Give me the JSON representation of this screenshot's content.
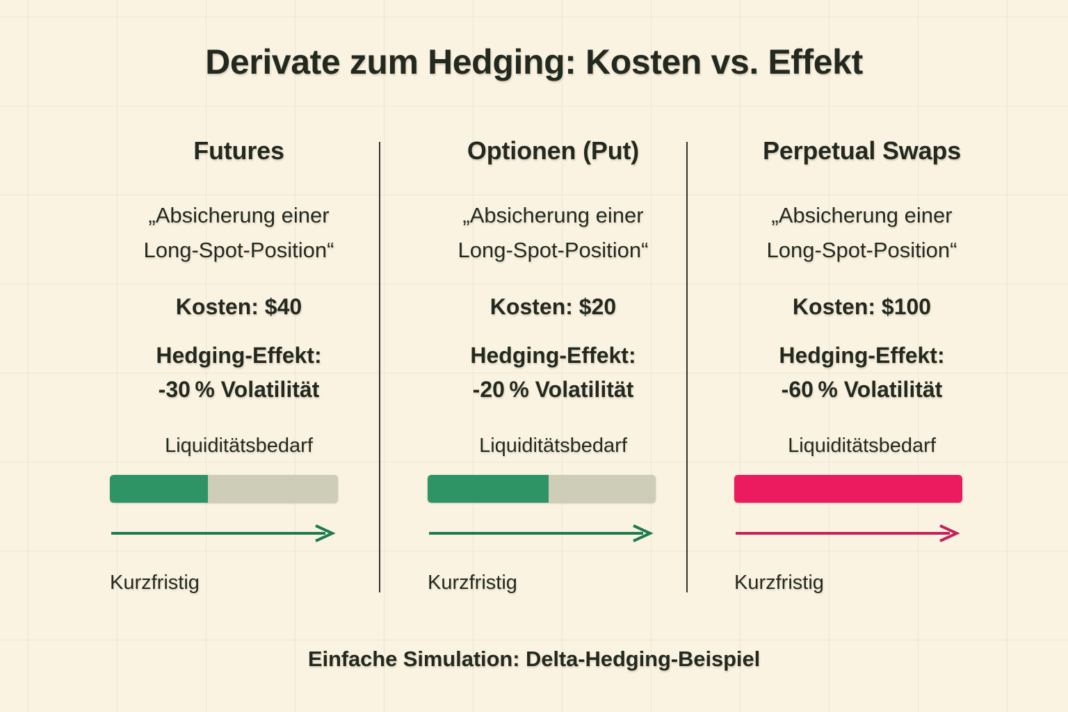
{
  "title": "Derivate zum Hedging: Kosten vs. Effekt",
  "footer_caption": "Einfache Simulation: Delta-Hedging-Beispiel",
  "colors": {
    "background": "#faf3e2",
    "text": "#23291f",
    "green": "#2e9465",
    "green_arrow": "#1f7a51",
    "pink": "#ec1a5f",
    "pink_arrow": "#c4215c",
    "bar_track": "#cdcdb8",
    "divider": "#1d2319"
  },
  "columns": [
    {
      "title": "Futures",
      "quote_line1": "„Absicherung einer",
      "quote_line2": "Long-Spot-Position“",
      "cost": "Kosten: $40",
      "effect_line1": "Hedging-Effekt:",
      "effect_line2": "-30 % Volatilität",
      "liquidity_label": "Liquiditätsbedarf",
      "horizon": "Kurzfristig"
    },
    {
      "title": "Optionen (Put)",
      "quote_line1": "„Absicherung einer",
      "quote_line2": "Long-Spot-Position“",
      "cost": "Kosten: $20",
      "effect_line1": "Hedging-Effekt:",
      "effect_line2": "-20 % Volatilität",
      "liquidity_label": "Liquiditätsbedarf",
      "horizon": "Kurzfristig"
    },
    {
      "title": "Perpetual Swaps",
      "quote_line1": "„Absicherung einer",
      "quote_line2": "Long-Spot-Position“",
      "cost": "Kosten: $100",
      "effect_line1": "Hedging-Effekt:",
      "effect_line2": "-60 % Volatilität",
      "liquidity_label": "Liquiditätsbedarf",
      "horizon": "Kurzfristig"
    }
  ],
  "chart_data": {
    "type": "bar",
    "title": "Derivate zum Hedging: Kosten vs. Effekt",
    "subtitle": "Einfache Simulation: Delta-Hedging-Beispiel",
    "categories": [
      "Futures",
      "Optionen (Put)",
      "Perpetual Swaps"
    ],
    "xlabel": "",
    "ylabel": "Liquiditätsbedarf",
    "grid": true,
    "legend": "none",
    "series": [
      {
        "name": "Liquiditätsbedarf (% der Skala)",
        "values": [
          43,
          53,
          100
        ],
        "ylim": [
          0,
          100
        ],
        "colors": [
          "#2e9465",
          "#2e9465",
          "#ec1a5f"
        ]
      },
      {
        "name": "Kosten ($)",
        "values": [
          40,
          20,
          100
        ]
      },
      {
        "name": "Hedging-Effekt (% Volatilitätsreduktion)",
        "values": [
          -30,
          -20,
          -60
        ]
      }
    ],
    "annotations": [
      "Futures: Kurzfristig",
      "Optionen (Put): Kurzfristig",
      "Perpetual Swaps: Kurzfristig"
    ]
  }
}
